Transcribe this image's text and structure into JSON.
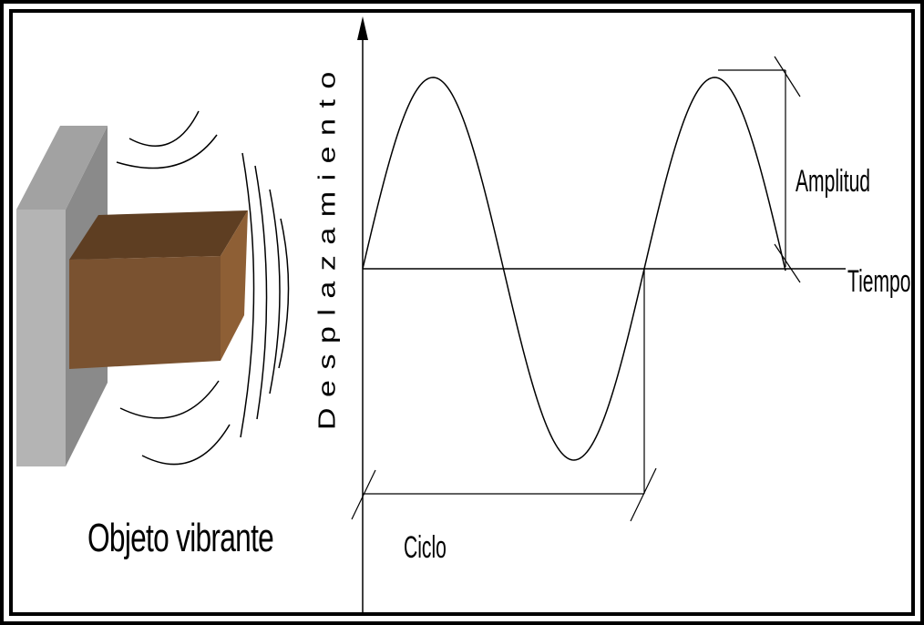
{
  "diagram": {
    "object_label": "Objeto vibrante",
    "y_axis_label": "Desplazamiento",
    "x_axis_label": "Tiempo",
    "amplitude_label": "Amplitud",
    "cycle_label": "Ciclo"
  },
  "colors": {
    "frame": "#000000",
    "wall_front": "#b4b4b4",
    "wall_side": "#8a8a8a",
    "wall_top": "#a2a2a2",
    "block_front": "#7a5230",
    "block_top": "#5e3e22",
    "block_side": "#8e5f35",
    "line": "#000000"
  }
}
